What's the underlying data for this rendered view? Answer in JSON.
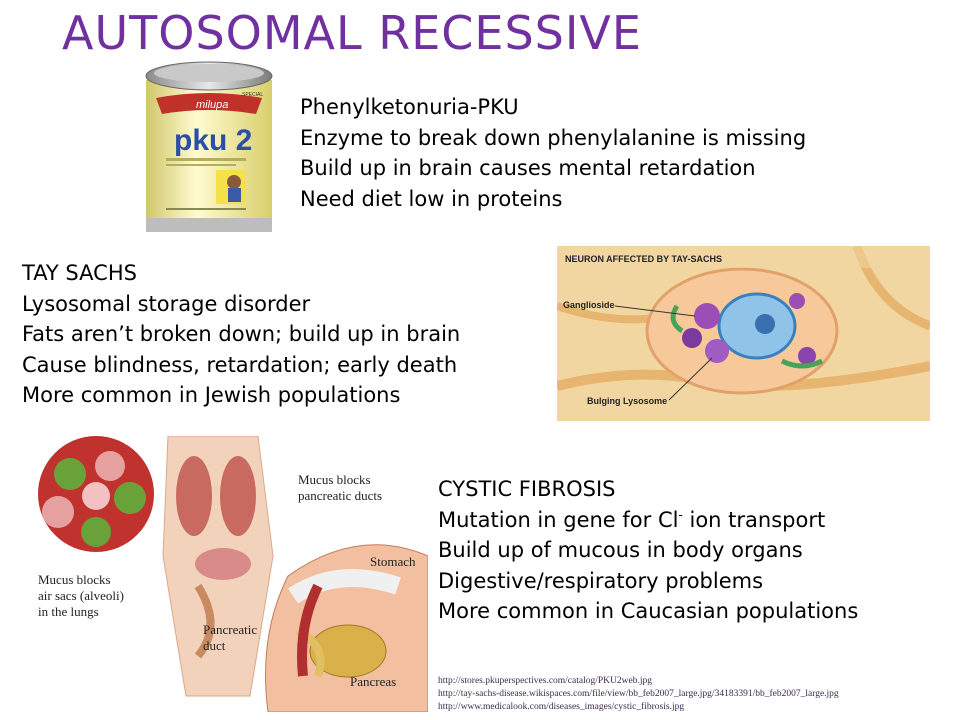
{
  "title": "AUTOSOMAL RECESSIVE",
  "pku": {
    "lines": [
      "Phenylketonuria-PKU",
      "Enzyme to break down phenylalanine is missing",
      "Build up in brain causes mental retardation",
      "Need diet low in proteins"
    ],
    "can_brand": "milupa",
    "can_label": "pku 2",
    "can_special": "SPECIAL"
  },
  "tay_sachs": {
    "lines": [
      "TAY SACHS",
      "Lysosomal storage disorder",
      "Fats aren’t broken down; build up in brain",
      "Cause blindness, retardation; early death",
      "More common in Jewish populations"
    ],
    "figure": {
      "heading": "NEURON AFFECTED BY TAY-SACHS",
      "label_ganglioside": "Ganglioside",
      "label_lysosome": "Bulging Lysosome"
    }
  },
  "cystic_fibrosis": {
    "line1": "CYSTIC FIBROSIS",
    "line2_pre": "Mutation in gene for Cl",
    "line2_sup": "-",
    "line2_post": " ion transport",
    "line3": "Build up of mucous in body organs",
    "line4": "Digestive/respiratory problems",
    "line5": "More common in Caucasian populations",
    "figure": {
      "label_pancreatic_ducts_1": "Mucus blocks",
      "label_pancreatic_ducts_2": "pancreatic ducts",
      "label_stomach": "Stomach",
      "label_air_sacs_1": "Mucus blocks",
      "label_air_sacs_2": "air sacs (alveoli)",
      "label_air_sacs_3": "in the lungs",
      "label_duct_1": "Pancreatic",
      "label_duct_2": "duct",
      "label_pancreas": "Pancreas"
    }
  },
  "references": [
    "http://stores.pkuperspectives.com/catalog/PKU2web.jpg",
    "http://tay-sachs-disease.wikispaces.com/file/view/bb_feb2007_large.jpg/34183391/bb_feb2007_large.jpg",
    "http://www.medicalook.com/diseases_images/cystic_fibrosis.jpg"
  ],
  "colors": {
    "title": "#7030a0",
    "text": "#000000"
  }
}
